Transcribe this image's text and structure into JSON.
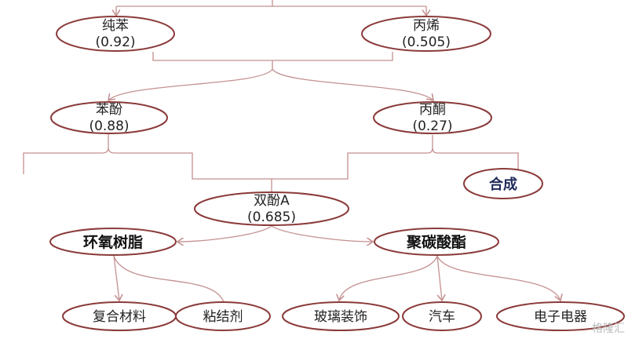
{
  "nodes": {
    "benzene": {
      "label": "纯苯",
      "value": "(0.92)"
    },
    "propylene": {
      "label": "丙烯",
      "value": "(0.505)"
    },
    "phenol": {
      "label": "苯酚",
      "value": "(0.88)"
    },
    "acetone": {
      "label": "丙酮",
      "value": "(0.27)"
    },
    "synthesis": {
      "label": "合成"
    },
    "bpa": {
      "label": "双酚A",
      "value": "(0.685)"
    },
    "epoxy": {
      "label": "环氧树脂"
    },
    "polycarbonate": {
      "label": "聚碳酸酯"
    },
    "composites": {
      "label": "复合材料"
    },
    "adhesives": {
      "label": "粘结剂"
    },
    "glass_decor": {
      "label": "玻璃装饰"
    },
    "automotive": {
      "label": "汽车"
    },
    "electronics": {
      "label": "电子电器"
    }
  },
  "watermark": "格隆汇",
  "colors": {
    "node_border": "#8b3a3a",
    "connector": "#c49090",
    "synthesis_text": "#1f2a5a"
  }
}
